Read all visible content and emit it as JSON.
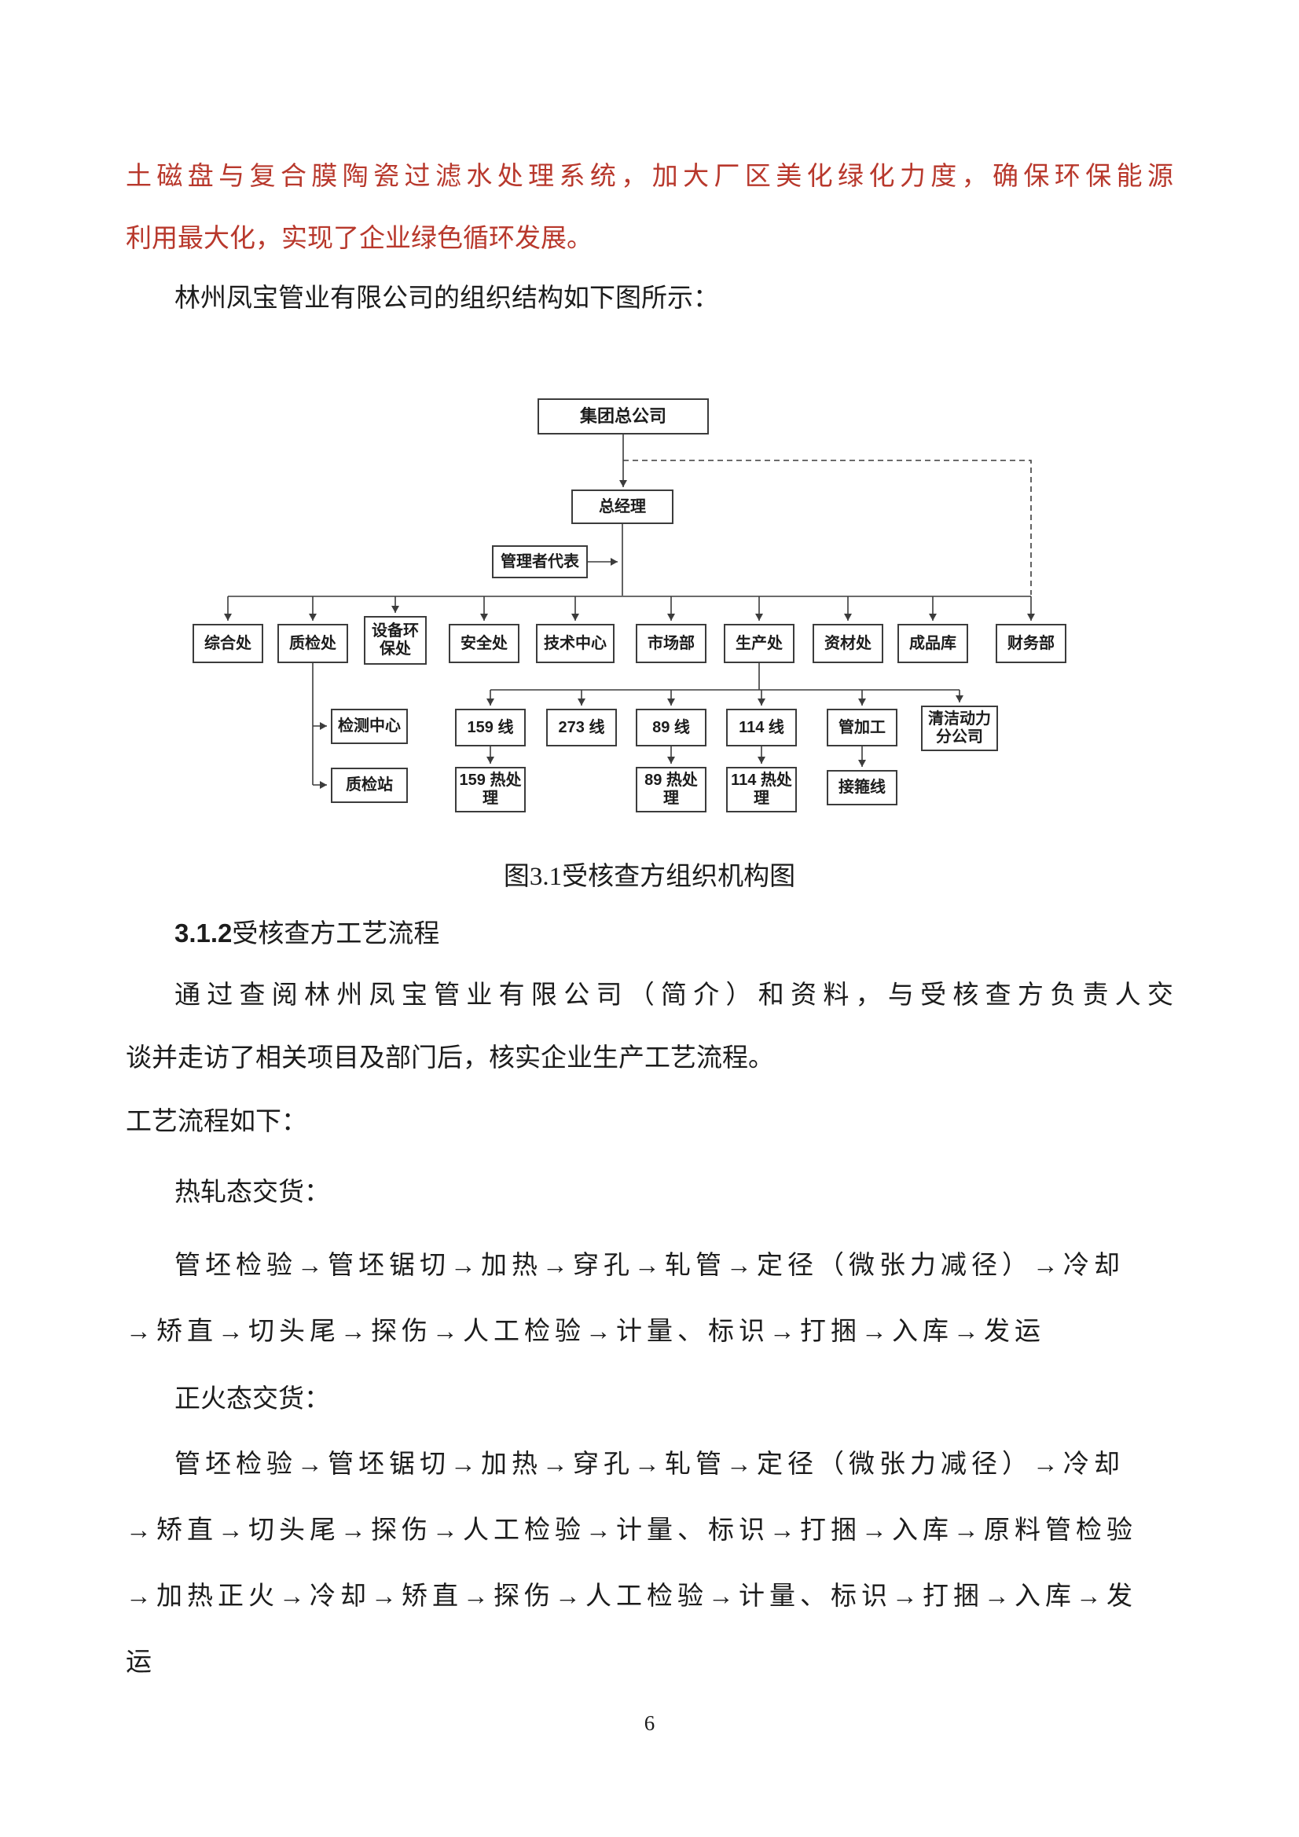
{
  "colors": {
    "red_text": "#b8382c",
    "line": "#3c3c3c"
  },
  "page": {
    "number": "6"
  },
  "text": {
    "red_l1": "土磁盘与复合膜陶瓷过滤水处理系统，加大厂区美化绿化力度，确保环保能源",
    "red_l2": "利用最大化，实现了企业绿色循环发展。",
    "org_intro": "林州凤宝管业有限公司的组织结构如下图所示：",
    "figure_caption": "图3.1受核查方组织机构图",
    "section_no": "3.1.2",
    "section_title": "受核查方工艺流程",
    "body1_l1": "通过查阅林州凤宝管业有限公司（简介）和资料，与受核查方负责人交",
    "body1_l2": "谈并走访了相关项目及部门后，核实企业生产工艺流程。",
    "process_intro": "工艺流程如下：",
    "hot_title": "热轧态交货：",
    "hot_l1": "管坯检验→管坯锯切→加热→穿孔→轧管→定径（微张力减径）→冷却",
    "hot_l2": "→矫直→切头尾→探伤→人工检验→计量、标识→打捆→入库→发运",
    "norm_title": "正火态交货：",
    "norm_l1": "管坯检验→管坯锯切→加热→穿孔→轧管→定径（微张力减径）→冷却",
    "norm_l2": "→矫直→切头尾→探伤→人工检验→计量、标识→打捆→入库→原料管检验",
    "norm_l3": "→加热正火→冷却→矫直→探伤→人工检验→计量、标识→打捆→入库→发",
    "norm_l4": "运"
  },
  "org_chart": {
    "hq": "集团总公司",
    "gm": "总经理",
    "rep": "管理者代表",
    "dept_zonghe": "综合处",
    "dept_zhijian": "质检处",
    "dept_shebei": "设备环保处",
    "dept_anquan": "安全处",
    "dept_jishu": "技术中心",
    "dept_shichang": "市场部",
    "dept_shengchan": "生产处",
    "dept_zicai": "资材处",
    "dept_chengpin": "成品库",
    "dept_caiwu": "财务部",
    "jiance": "检测中心",
    "zhijianzhan": "质检站",
    "line159": "159 线",
    "line273": "273 线",
    "line89": "89 线",
    "line114": "114 线",
    "guanjiagong": "管加工",
    "qingjie": "清洁动力分公司",
    "rechuli159": "159 热处理",
    "rechuli89": "89 热处理",
    "rechuli114": "114 热处理",
    "jiegu": "接箍线"
  }
}
